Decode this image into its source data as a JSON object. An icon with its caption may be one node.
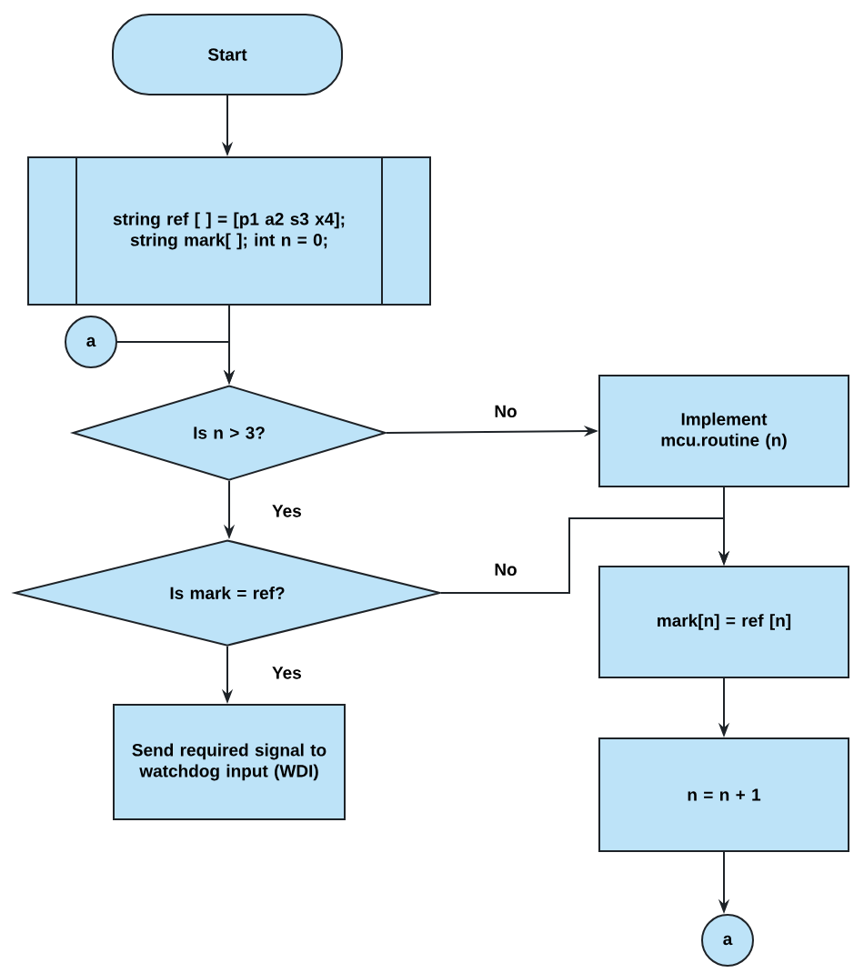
{
  "diagram": {
    "nodes": [
      {
        "text": [
          "Start"
        ]
      },
      {
        "text": [
          "string ref [ ] = [p1 a2 s3 x4]; string mark[ ]; int n = 0;"
        ]
      },
      {
        "text": [
          "a"
        ]
      },
      {
        "text": [
          "Is n > 3?"
        ]
      },
      {
        "text": [
          "Implement mcu.routine (n)"
        ]
      },
      {
        "text": [
          "Is mark = ref?"
        ]
      },
      {
        "text": [
          "Send required signal to watchdog input (WDI)"
        ]
      },
      {
        "text": [
          "mark[n] = ref [n]"
        ]
      },
      {
        "text": [
          "n = n + 1"
        ]
      },
      {
        "text": [
          "a"
        ]
      }
    ],
    "edges": [
      {
        "from": 0,
        "to": 1,
        "arrow": "to"
      },
      {
        "from": 1,
        "to": 3,
        "arrow": "to"
      },
      {
        "from": 2,
        "to": 3,
        "arrow": "to"
      },
      {
        "from": 3,
        "to": 4,
        "arrow": "to",
        "label": "No"
      },
      {
        "from": 3,
        "to": 5,
        "arrow": "to",
        "label": "Yes"
      },
      {
        "from": 5,
        "to": 6,
        "arrow": "to",
        "label": "Yes"
      },
      {
        "from": 5,
        "to": 7,
        "arrow": "to",
        "label": "No"
      },
      {
        "from": 4,
        "to": 7,
        "arrow": "to"
      },
      {
        "from": 7,
        "to": 8,
        "arrow": "to"
      },
      {
        "from": 8,
        "to": 9,
        "arrow": "to"
      }
    ]
  }
}
